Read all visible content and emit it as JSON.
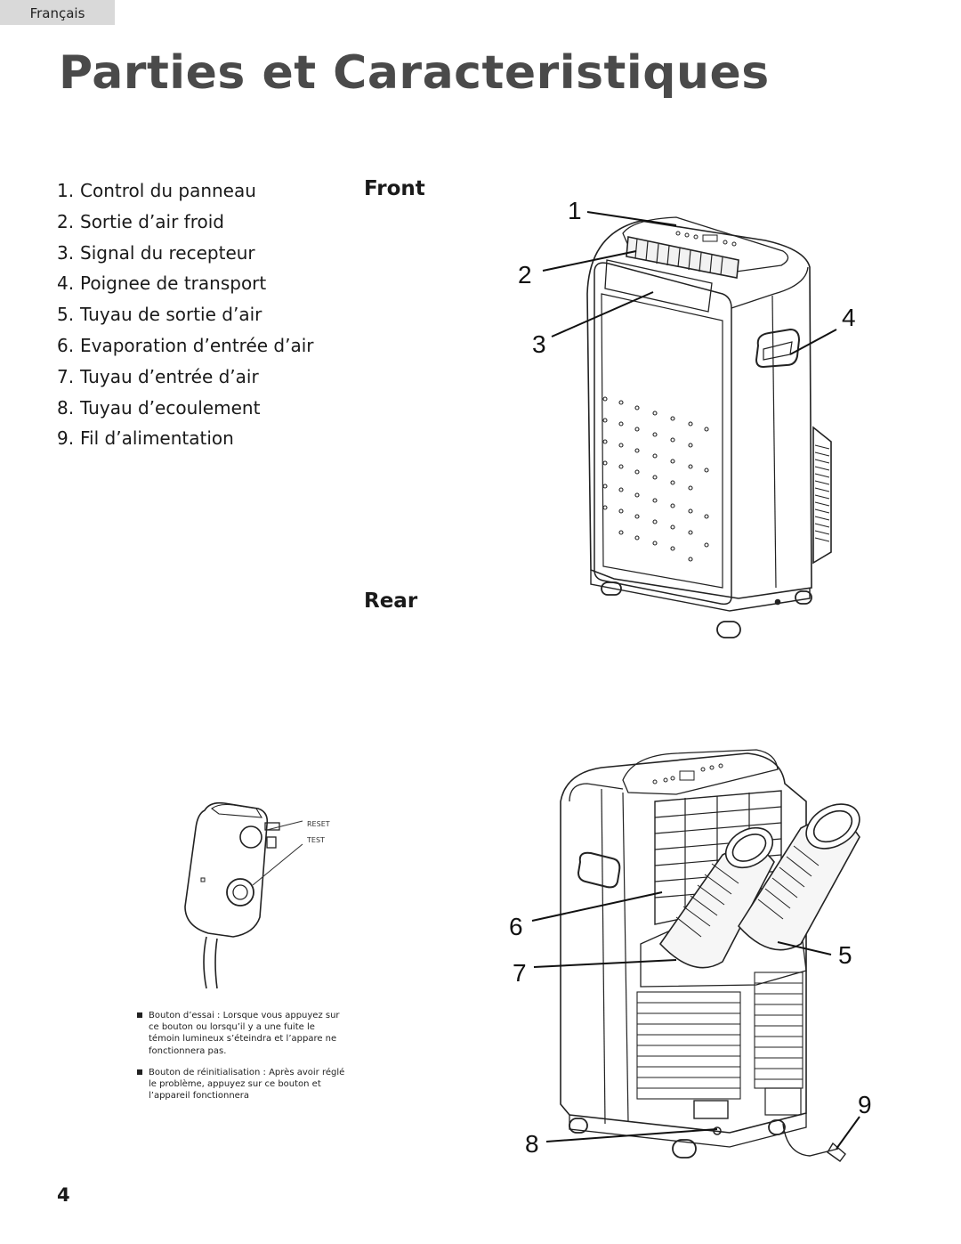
{
  "header": {
    "language_tab": "Français",
    "title": "Parties et Caracteristiques"
  },
  "parts": [
    {
      "num": "1.",
      "label": "Control du panneau"
    },
    {
      "num": "2.",
      "label": "Sortie d’air froid"
    },
    {
      "num": "3.",
      "label": "Signal du recepteur"
    },
    {
      "num": "4.",
      "label": "Poignee de transport"
    },
    {
      "num": "5.",
      "label": "Tuyau de sortie d’air"
    },
    {
      "num": "6.",
      "label": "Evaporation d’entrée d’air"
    },
    {
      "num": "7.",
      "label": "Tuyau d’entrée d’air"
    },
    {
      "num": "8.",
      "label": "Tuyau d’ecoulement"
    },
    {
      "num": "9.",
      "label": "Fil d’alimentation"
    }
  ],
  "figures": {
    "front_label": "Front",
    "rear_label": "Rear",
    "front_callouts": [
      "1",
      "2",
      "3",
      "4"
    ],
    "rear_callouts": [
      "5",
      "6",
      "7",
      "8",
      "9"
    ]
  },
  "plug": {
    "reset_label": "RESET",
    "test_label": "TEST"
  },
  "notes": [
    "Bouton d’essai : Lorsque vous appuyez sur ce bouton ou lorsqu’il y a une fuite le témoin lumineux s’éteindra et l’appare ne fonctionnera pas.",
    "Bouton de réinitialisation : Après avoir réglé le problème, appuyez sur ce bouton et l’appareil fonctionnera"
  ],
  "footer": {
    "page_number": "4"
  }
}
